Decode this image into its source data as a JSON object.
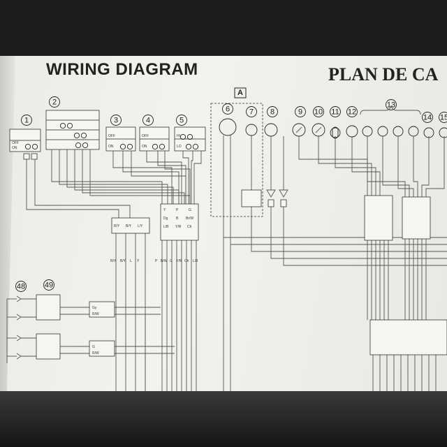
{
  "title_en": "WIRING DIAGRAM",
  "title_fr": "PLAN DE CA",
  "section_label": "A",
  "component_numbers": [
    "1",
    "2",
    "3",
    "4",
    "5",
    "6",
    "7",
    "8",
    "9",
    "10",
    "11",
    "12",
    "13",
    "14",
    "15",
    "48",
    "49"
  ],
  "switch_labels": {
    "sw1": [
      "OFF",
      "ON"
    ],
    "sw3": [
      "OFF",
      "ON"
    ],
    "sw4": [
      "OFF",
      "ON"
    ],
    "sw5": [
      "HI",
      "LO"
    ]
  },
  "connector_labels": {
    "left": [
      "R/Y",
      "B/Y",
      "L/Y"
    ],
    "mid_rows": [
      [
        "Y",
        "P",
        "G"
      ],
      [
        "Dg",
        "B",
        "Br/W"
      ],
      [
        "L/B",
        "Y/R",
        "Ch"
      ]
    ],
    "wire_bottom": [
      "R/Y",
      "B/Y",
      "L",
      "Y",
      "P",
      "B/W",
      "G",
      "Y/R",
      "Ch",
      "L/B"
    ],
    "r49": [
      "Gy",
      "R/W",
      "G",
      "R/W"
    ]
  },
  "colors": {
    "paper": "#efeeea",
    "ink": "#222222",
    "background": "#1c1c1c"
  }
}
